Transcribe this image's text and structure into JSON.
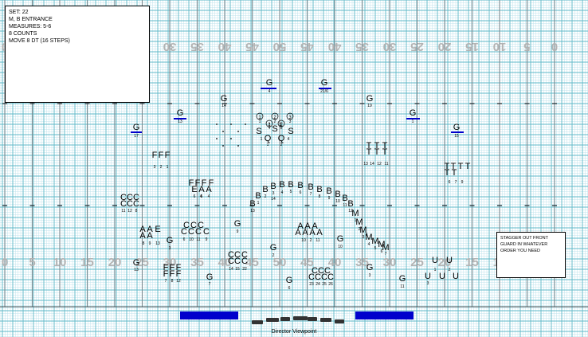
{
  "set_info": {
    "set": "SET: 22",
    "section": "M, B ENTRANCE",
    "measures": "MEASURES: 5-6",
    "counts": "8 COUNTS",
    "move": "MOVE 8 DT (16 STEPS)"
  },
  "note": "STAGGER OUT FRONT GUARD IN WHATEVER ORDER YOU NEED",
  "yard_numbers": [
    "0",
    "5",
    "10",
    "15",
    "20",
    "25",
    "30",
    "35",
    "40",
    "45",
    "50",
    "45",
    "40",
    "35",
    "30",
    "25",
    "20",
    "15",
    "10",
    "5",
    "0"
  ],
  "viewpoint_label": "Director Viewpoint",
  "colors": {
    "grid": "#5fb8c8",
    "fine_grid": "#bfe3ec",
    "dark_line": "#7a8a90",
    "marker": "#0000cc",
    "yard_number": "#b3b3b3"
  },
  "groups": [
    {
      "symbols": "G",
      "labels": [
        "17"
      ]
    },
    {
      "symbols": "G",
      "labels": [
        "13"
      ]
    },
    {
      "symbols": "G",
      "labels": [
        "14"
      ]
    },
    {
      "symbols": "G",
      "labels": [
        "4"
      ]
    },
    {
      "symbols": "G",
      "labels": [
        "21/6"
      ]
    },
    {
      "symbols": "G",
      "labels": [
        "19"
      ]
    },
    {
      "symbols": "G",
      "labels": [
        "1"
      ]
    },
    {
      "symbols": "G",
      "labels": [
        "15"
      ]
    },
    {
      "symbols": "FFF",
      "labels": [
        "3",
        "2",
        "1"
      ]
    },
    {
      "symbols": "FFFF",
      "labels": [
        "4"
      ]
    },
    {
      "symbols": "EAA",
      "labels": [
        "6",
        "5",
        "4"
      ]
    },
    {
      "symbols": "CCC",
      "labels": [
        "11",
        "12",
        "8"
      ]
    },
    {
      "symbols": "AAE",
      "labels": [
        "8",
        "9",
        "13"
      ]
    },
    {
      "symbols": "CCC",
      "labels": [
        "6",
        "10",
        "11",
        "9"
      ]
    },
    {
      "symbols": "G",
      "labels": [
        "13"
      ]
    },
    {
      "symbols": "G",
      "labels": [
        "3"
      ]
    },
    {
      "symbols": "FFF",
      "labels": [
        "7",
        "8",
        "12"
      ]
    },
    {
      "symbols": "G",
      "labels": [
        "7"
      ]
    },
    {
      "symbols": "G",
      "labels": [
        "9"
      ]
    },
    {
      "symbols": "CCC",
      "labels": [
        "14",
        "15",
        "22"
      ]
    },
    {
      "symbols": "G",
      "labels": [
        "2"
      ]
    },
    {
      "symbols": "G",
      "labels": [
        "6"
      ]
    },
    {
      "symbols": "BBBBBBBBB",
      "labels": [
        "1",
        "2",
        "3",
        "4",
        "5",
        "6",
        "7",
        "8",
        "9",
        "10",
        "11",
        "12",
        "13",
        "14"
      ]
    },
    {
      "symbols": "MMMMM",
      "labels": [
        "1",
        "2",
        "3",
        "4",
        "5",
        "6",
        "7",
        "8"
      ]
    },
    {
      "symbols": "AAA",
      "labels": [
        "10",
        "2",
        "11"
      ]
    },
    {
      "symbols": "G",
      "labels": [
        "10"
      ]
    },
    {
      "symbols": "CCCC",
      "labels": [
        "23",
        "24",
        "25",
        "26"
      ]
    },
    {
      "symbols": "G",
      "labels": [
        "3"
      ]
    },
    {
      "symbols": "G",
      "labels": [
        "11"
      ]
    },
    {
      "symbols": "TTT",
      "labels": [
        "13",
        "14",
        "12",
        "11"
      ]
    },
    {
      "symbols": "TTTT",
      "labels": [
        "6",
        "7",
        "9"
      ]
    },
    {
      "symbols": "UUU",
      "labels": [
        "1",
        "2",
        "3"
      ]
    },
    {
      "symbols": "SSS",
      "labels": [
        "1",
        "2",
        "3",
        "4"
      ]
    },
    {
      "symbols": "QQ",
      "labels": [
        "1",
        "2"
      ]
    },
    {
      "symbols": "123",
      "labels": [
        "1",
        "2",
        "3",
        "4",
        "5"
      ]
    }
  ]
}
